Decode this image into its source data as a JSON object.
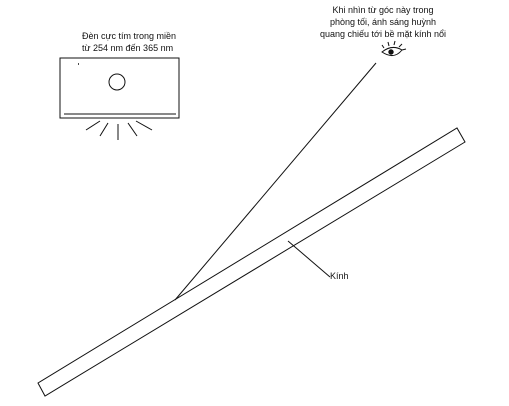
{
  "lamp": {
    "caption_line1": "Đèn cực tím trong miền",
    "caption_line2": "từ 254 nm đến 365 nm"
  },
  "viewer": {
    "caption_line1": "Khi nhìn từ góc này trong",
    "caption_line2": "phòng tối, ánh sáng huỳnh",
    "caption_line3": "quang chiếu tới bề mặt kính nổi"
  },
  "glass": {
    "label": "Kính"
  },
  "colors": {
    "stroke": "#111111",
    "background": "#ffffff"
  }
}
